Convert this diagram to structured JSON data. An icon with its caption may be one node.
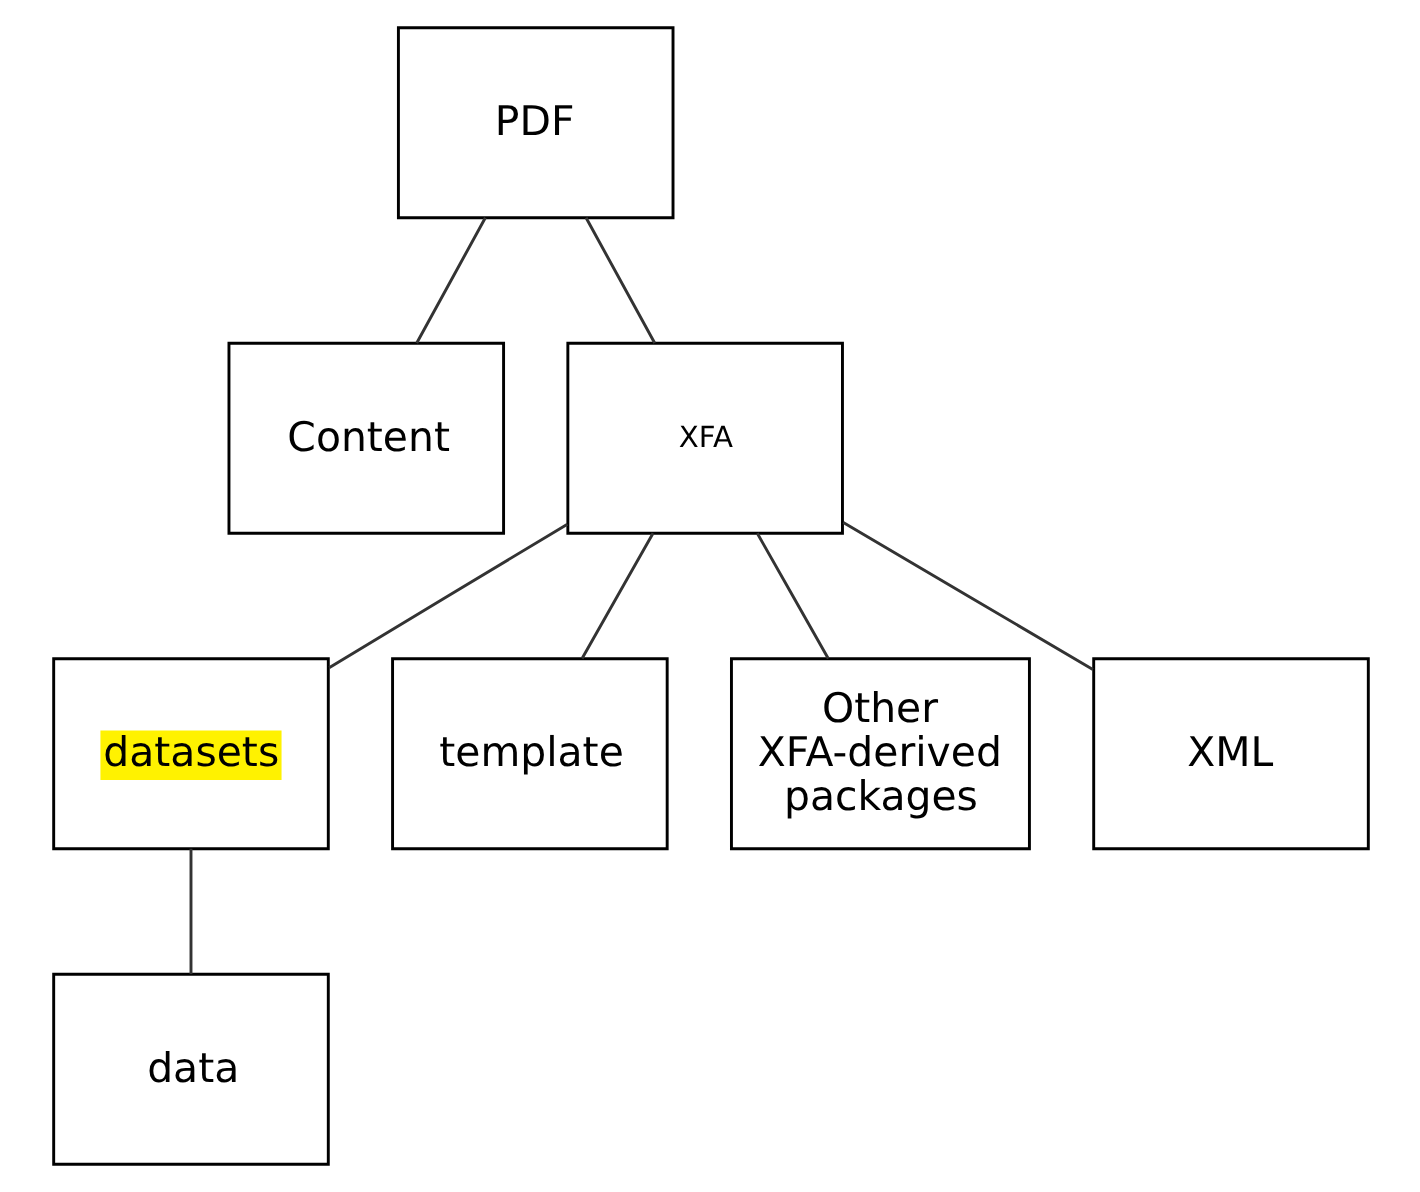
{
  "diagram": {
    "nodes": [
      {
        "text": [
          "PDF"
        ]
      },
      {
        "text": [
          "Content"
        ]
      },
      {
        "text": [
          "XFA"
        ]
      },
      {
        "text": [
          "datasets"
        ]
      },
      {
        "text": [
          "template"
        ]
      },
      {
        "text": [
          "Other XFA-derived packages"
        ]
      },
      {
        "text": [
          "XML"
        ]
      },
      {
        "text": [
          "data"
        ]
      }
    ],
    "edges": [
      {
        "from": 0,
        "to": 1,
        "arrow": "none"
      },
      {
        "from": 0,
        "to": 2,
        "arrow": "none"
      },
      {
        "from": 2,
        "to": 3,
        "arrow": "none"
      },
      {
        "from": 2,
        "to": 4,
        "arrow": "none"
      },
      {
        "from": 2,
        "to": 5,
        "arrow": "none"
      },
      {
        "from": 2,
        "to": 6,
        "arrow": "none"
      },
      {
        "from": 3,
        "to": 7,
        "arrow": "none"
      }
    ]
  }
}
